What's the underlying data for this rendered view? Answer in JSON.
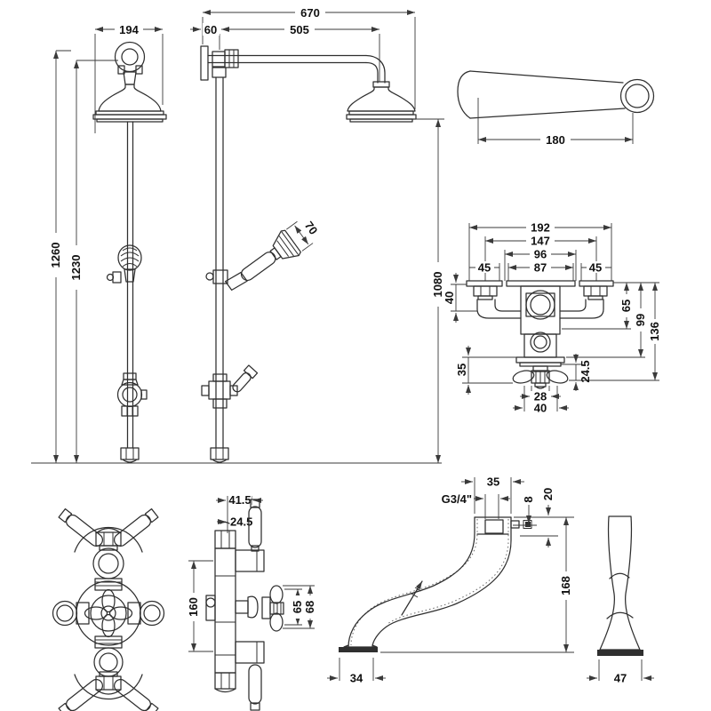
{
  "meta": {
    "title": "Traditional shower system dimensional drawing"
  },
  "colors": {
    "background": "#ffffff",
    "line": "#2f2f2f",
    "dim_line": "#3a3a3a",
    "text": "#111111"
  },
  "views": {
    "shower_front": {
      "dims": {
        "w": "194",
        "h_outer": "1260",
        "h_inner": "1230"
      }
    },
    "shower_side": {
      "dims": {
        "overall": "670",
        "wall_offset": "60",
        "arm": "505",
        "handset": "70",
        "drop": "1080"
      }
    },
    "lever": {
      "dims": {
        "length": "180"
      }
    },
    "valve_body": {
      "dims": {
        "w192": "192",
        "w147": "147",
        "w96": "96",
        "w87": "87",
        "l45": "45",
        "r45": "45",
        "d40": "40",
        "d65": "65",
        "d99": "99",
        "d136": "136",
        "d35": "35",
        "d245": "24.5",
        "d28": "28",
        "d40b": "40"
      }
    },
    "valve_side": {
      "dims": {
        "d415": "41.5",
        "d245": "24.5",
        "d160": "160",
        "d65": "65",
        "d68": "68"
      }
    },
    "spout_side": {
      "dims": {
        "d35": "35",
        "thread": "G3/4\"",
        "d8": "8",
        "d20": "20",
        "d168": "168",
        "d34": "34"
      }
    },
    "spout_front": {
      "dims": {
        "d47": "47"
      }
    }
  }
}
